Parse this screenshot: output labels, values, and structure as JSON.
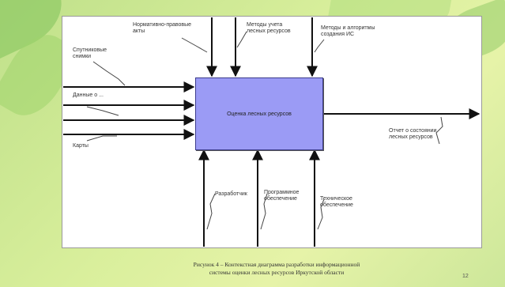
{
  "diagram": {
    "center_box": "Оценка лесных ресурсов",
    "inputs": [
      "Спутниковые снимки",
      "Данные о ...",
      "Карты"
    ],
    "controls": [
      "Нормативно-правовые акты",
      "Методы учета лесных ресурсов",
      "Методы и алгоритмы создания ИС"
    ],
    "mechanisms": [
      "Разработчик",
      "Программное обеспечение",
      "Техническое обеспечение"
    ],
    "output": "Отчет о состоянии лесных ресурсов"
  },
  "caption": {
    "line1": "Рисунок 4 – Контекстная диаграмма разработки информационной",
    "line2": "системы оценки лесных ресурсов Иркутской области"
  },
  "page_number": "12"
}
